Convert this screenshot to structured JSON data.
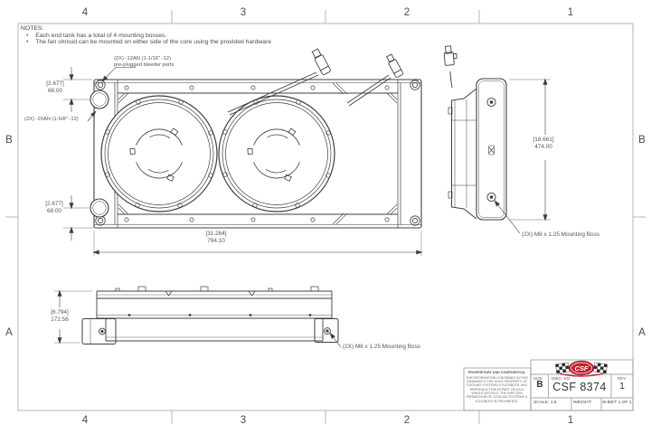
{
  "zones": {
    "top": [
      "4",
      "3",
      "2",
      "1"
    ],
    "bottom": [
      "4",
      "3",
      "2",
      "1"
    ],
    "left": [
      "B",
      "A"
    ],
    "right": [
      "B",
      "A"
    ]
  },
  "notes": {
    "title": "NOTES:",
    "bullets": [
      "Each end tank has a total of 4 mounting bosses.",
      "The fan shroud can be mounted on either side of the core using the provided hardware"
    ]
  },
  "callouts": {
    "bleeder_line1": "(2X) -12AN (1-1/16\" -12)",
    "bleeder_line2": "pre-plugged bleeder ports",
    "inlet": "(2X) -20AN (1-5/8\" -12)",
    "side_boss": "(2X) M8 x 1.25 Mounting Boss",
    "bottom_boss": "(2X) M8 x 1.25 Mounting Boss"
  },
  "dimensions": {
    "port_offset_top": {
      "inch": "[2.677]",
      "mm": "68.00"
    },
    "port_offset_bottom": {
      "inch": "[2.677]",
      "mm": "68.00"
    },
    "overall_width": {
      "inch": "[31.264]",
      "mm": "794.10"
    },
    "overall_height": {
      "inch": "[18.661]",
      "mm": "474.00"
    },
    "overall_depth": {
      "inch": "[6.794]",
      "mm": "172.56"
    }
  },
  "title_block": {
    "proprietary_title": "PROPRIETARY AND CONFIDENTIAL",
    "proprietary_body": "THE INFORMATION CONTAINED IN THIS DRAWING IS THE SOLE PROPERTY OF COOLING SYSTEMS & FLEXIBLES. ANY REPRODUCTION IN PART OR AS A WHOLE WITHOUT THE WRITTEN PERMISSION OF COOLING SYSTEMS & FLEXIBLES IS PROHIBITED.",
    "logo_text": "CSF",
    "size_label": "SIZE",
    "size_value": "B",
    "dwg_label": "DWG. NO.",
    "dwg_value": "CSF 8374",
    "rev_label": "REV",
    "rev_value": "1",
    "scale_label": "SCALE: 1:5",
    "weight_label": "WEIGHT:",
    "sheet_label": "SHEET 1 OF 1"
  },
  "colors": {
    "line": "#3f3f3f",
    "border": "#b5b5b5",
    "logo_red": "#c8202f"
  }
}
